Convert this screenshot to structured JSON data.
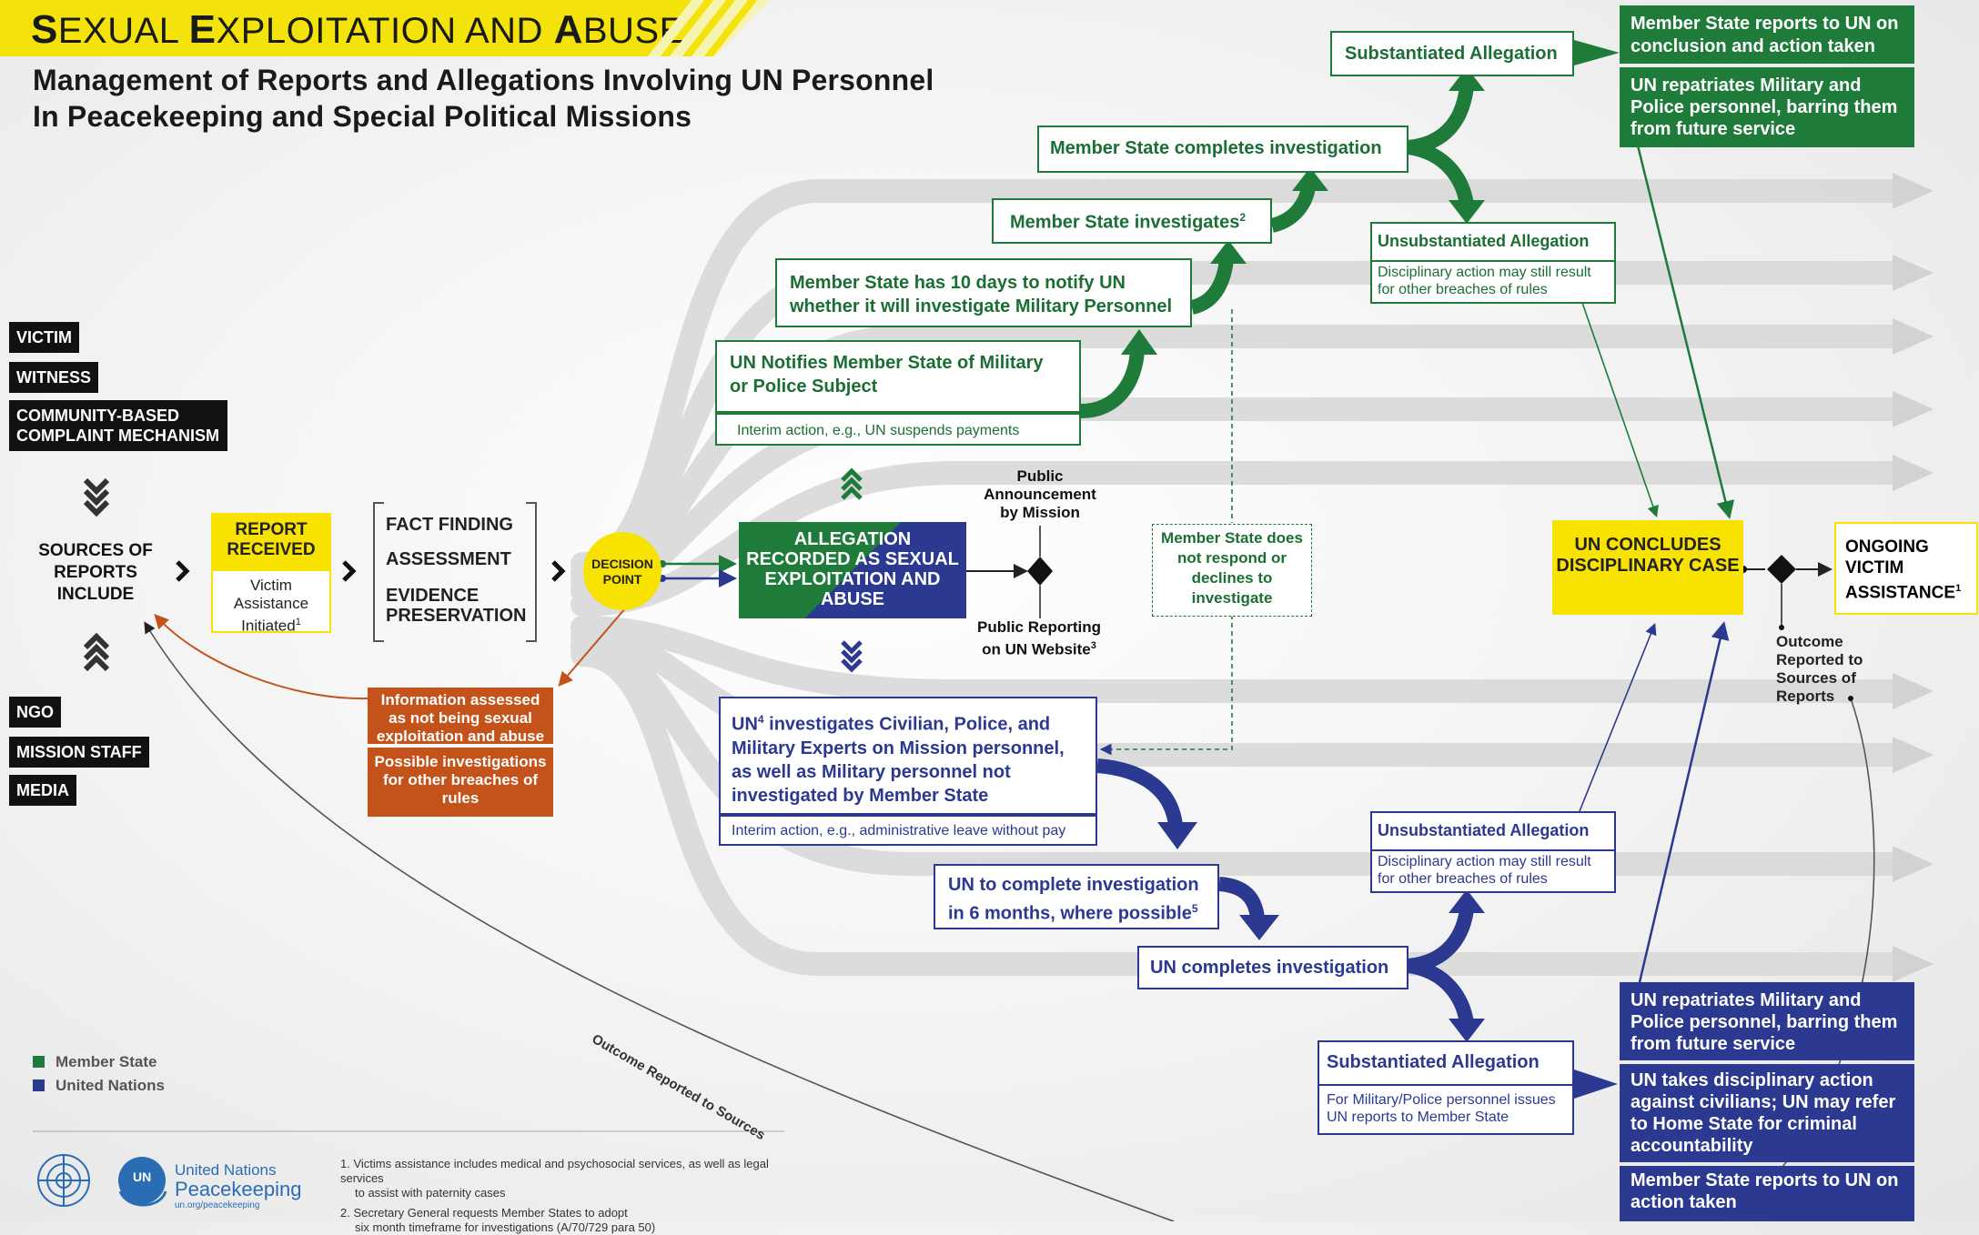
{
  "header": {
    "title_s": "S",
    "title_1": "EXUAL ",
    "title_e": "E",
    "title_2": "XPLOITATION AND ",
    "title_a": "A",
    "title_3": "BUSE",
    "subtitle_line1": "Management of Reports and Allegations Involving UN Personnel",
    "subtitle_line2": "In Peacekeeping and Special Political Missions"
  },
  "sources": {
    "top": [
      "VICTIM",
      "WITNESS",
      "COMMUNITY-BASED COMPLAINT MECHANISM"
    ],
    "label": "SOURCES OF REPORTS INCLUDE",
    "bottom": [
      "NGO",
      "MISSION STAFF",
      "MEDIA"
    ]
  },
  "report": {
    "title": "REPORT RECEIVED",
    "sub": "Victim Assistance Initiated",
    "sup": "1"
  },
  "steps": [
    "FACT FINDING",
    "ASSESSMENT",
    "EVIDENCE PRESERVATION"
  ],
  "decision": "DECISION POINT",
  "allegation": "ALLEGATION RECORDED AS SEXUAL EXPLOITATION AND ABUSE",
  "public": {
    "announce": "Public Announcement by Mission",
    "reporting": "Public Reporting on UN Website",
    "reporting_sup": "3"
  },
  "info": {
    "top": "Information assessed as not being sexual exploitation and abuse",
    "bottom": "Possible investigations for other breaches of rules"
  },
  "member_state": {
    "notify_title": "UN Notifies Member State of Military or Police Subject",
    "notify_interim": "Interim action, e.g., UN suspends payments",
    "ten_days": "Member State has 10 days to notify UN whether it will investigate Military Personnel",
    "investigates": "Member State investigates",
    "investigates_sup": "2",
    "completes": "Member State completes investigation",
    "substantiated": "Substantiated Allegation",
    "unsubstantiated": "Unsubstantiated Allegation",
    "unsub_note": "Disciplinary action may still result for other breaches of rules",
    "declines": "Member State does not respond or declines to investigate",
    "out_reports": "Member State reports to UN on conclusion and action taken",
    "out_repatriates": "UN repatriates Military and Police personnel, barring them from future service"
  },
  "un": {
    "investigates_sup": "4",
    "investigates": "investigates Civilian, Police, and Military Experts on Mission personnel, as well as Military personnel not investigated by Member State",
    "investigates_prefix": "UN",
    "interim": "Interim action, e.g., administrative leave without pay",
    "six_months": "UN to complete investigation in 6 months, where possible",
    "six_sup": "5",
    "completes": "UN completes investigation",
    "unsubstantiated": "Unsubstantiated Allegation",
    "unsub_note": "Disciplinary action may still result for other breaches of rules",
    "substantiated": "Substantiated Allegation",
    "sub_note": "For Military/Police personnel issues UN reports to Member State",
    "out_repatriates": "UN repatriates Military and Police personnel, barring them from future service",
    "out_discipline": "UN takes disciplinary action against civilians; UN may refer to Home State for criminal accountability",
    "out_ms_reports": "Member State reports to UN on action taken"
  },
  "conclude": {
    "title": "UN CONCLUDES DISCIPLINARY CASE",
    "outcome": "Outcome Reported to Sources of Reports",
    "ongoing": "ONGOING VICTIM ASSISTANCE",
    "ongoing_sup": "1"
  },
  "curve_label": "Outcome Reported to Sources",
  "legend": [
    {
      "name": "Member State",
      "color": "#1e7b3a"
    },
    {
      "name": "United Nations",
      "color": "#2b3990"
    }
  ],
  "logo": {
    "un_text": "UN",
    "name1": "United Nations",
    "name2": "Peacekeeping",
    "url": "un.org/peacekeeping"
  },
  "footnotes": [
    "1. Victims assistance includes medical and psychosocial services, as well as legal services",
    "to assist with paternity cases",
    "2. Secretary General requests Member States to adopt",
    "six month timeframe for investigations (A/70/729 para 50)"
  ],
  "colors": {
    "member_state": "#1e7b3a",
    "united_nations": "#2b3990",
    "highlight": "#f7e200",
    "other": "#c4531b"
  }
}
